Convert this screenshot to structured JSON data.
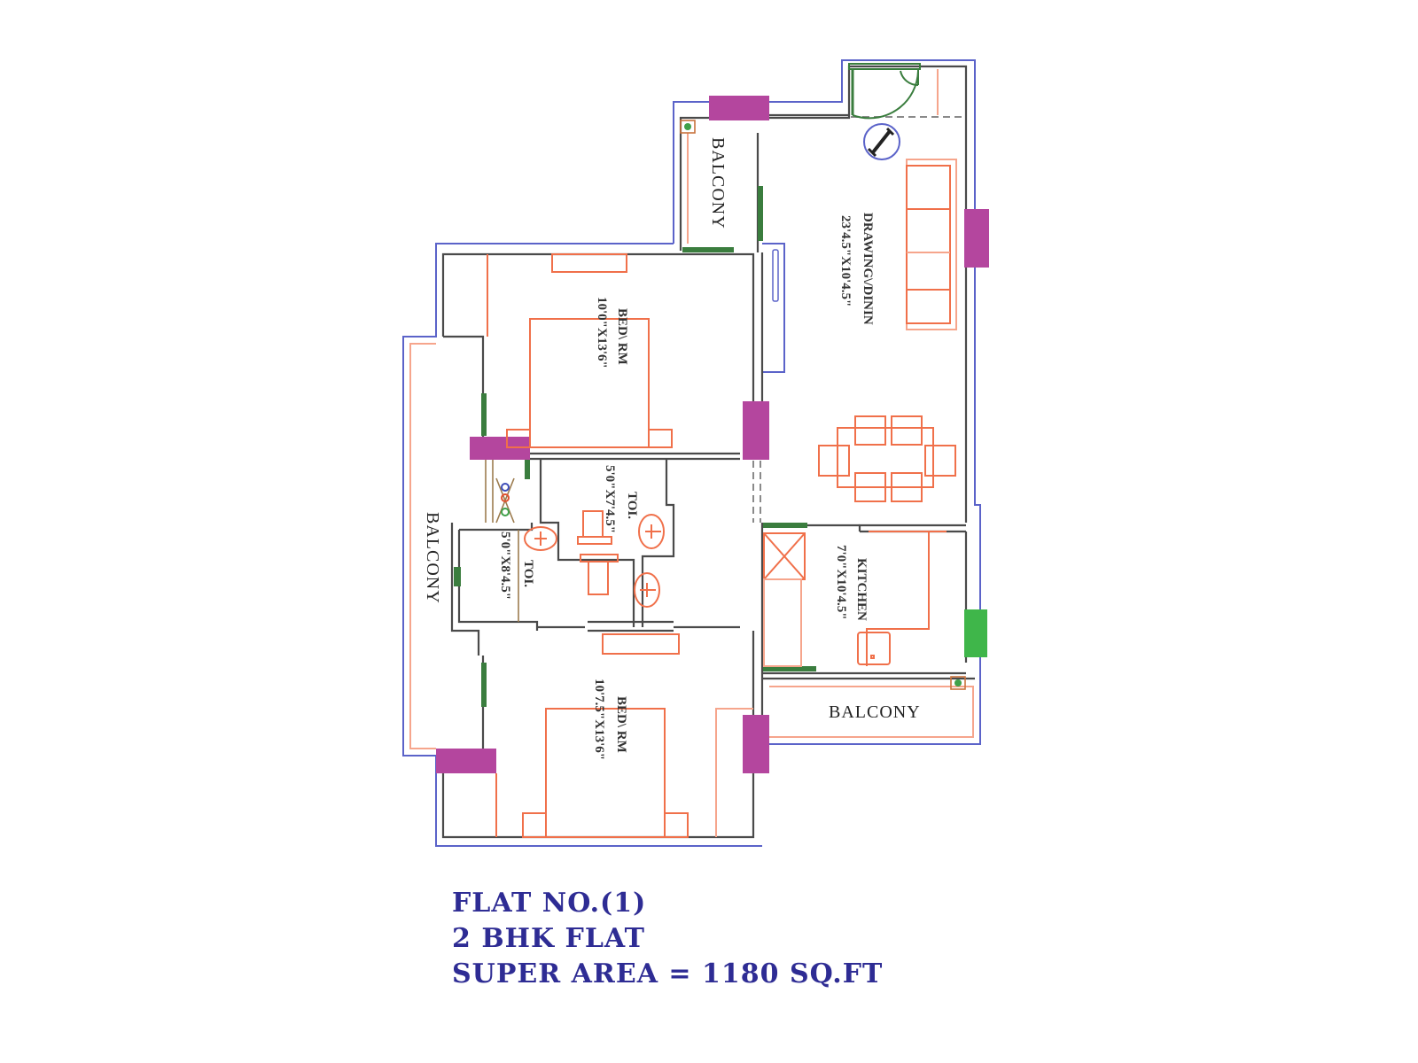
{
  "plan": {
    "rooms": {
      "drawing": {
        "name": "DRAWING\\/DININ",
        "dims": "23'4.5\"X10'4.5\""
      },
      "bed1": {
        "name": "BED\\ RM",
        "dims": "10'0\"X13'6\""
      },
      "bed2": {
        "name": "BED\\ RM",
        "dims": "10'7.5\"X13'6\""
      },
      "toilet1": {
        "name": "TOI.",
        "dims": "5'0\"X7'4.5\""
      },
      "toilet2": {
        "name": "TOI.",
        "dims": "5'0\"X8'4.5\""
      },
      "kitchen": {
        "name": "KITCHEN",
        "dims": "7'0\"X10'4.5\""
      },
      "balcony_top": {
        "name": "BALCONY"
      },
      "balcony_left": {
        "name": "BALCONY"
      },
      "balcony_bottom": {
        "name": "BALCONY"
      }
    },
    "colors": {
      "walls": "#4a4a4a",
      "outline": "#5b63c9",
      "furniture": "#f0704a",
      "window_pink": "#b4469e",
      "window_green": "#3a7d3e",
      "caption": "#2e2c94"
    }
  },
  "caption": {
    "flat_no": "FLAT NO.(1)",
    "type": "2 BHK FLAT",
    "super_area": "SUPER AREA = 1180 SQ.FT"
  }
}
